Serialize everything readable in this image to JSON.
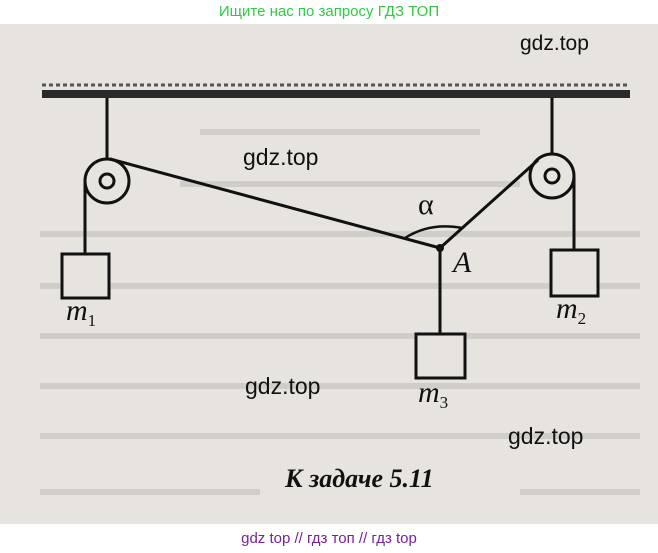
{
  "header": {
    "text": "Ищите нас по запросу ГДЗ ТОП"
  },
  "footer": {
    "text": "gdz top  //  гдз топ  //  гдз top"
  },
  "watermarks": [
    "gdz.top",
    "gdz.top",
    "gdz.top",
    "gdz.top"
  ],
  "diagram": {
    "angle_label": "α",
    "point_label": "A",
    "mass_left": {
      "letter": "m",
      "index": "1"
    },
    "mass_right": {
      "letter": "m",
      "index": "2"
    },
    "mass_bottom": {
      "letter": "m",
      "index": "3"
    },
    "caption": "К задаче 5.11"
  }
}
